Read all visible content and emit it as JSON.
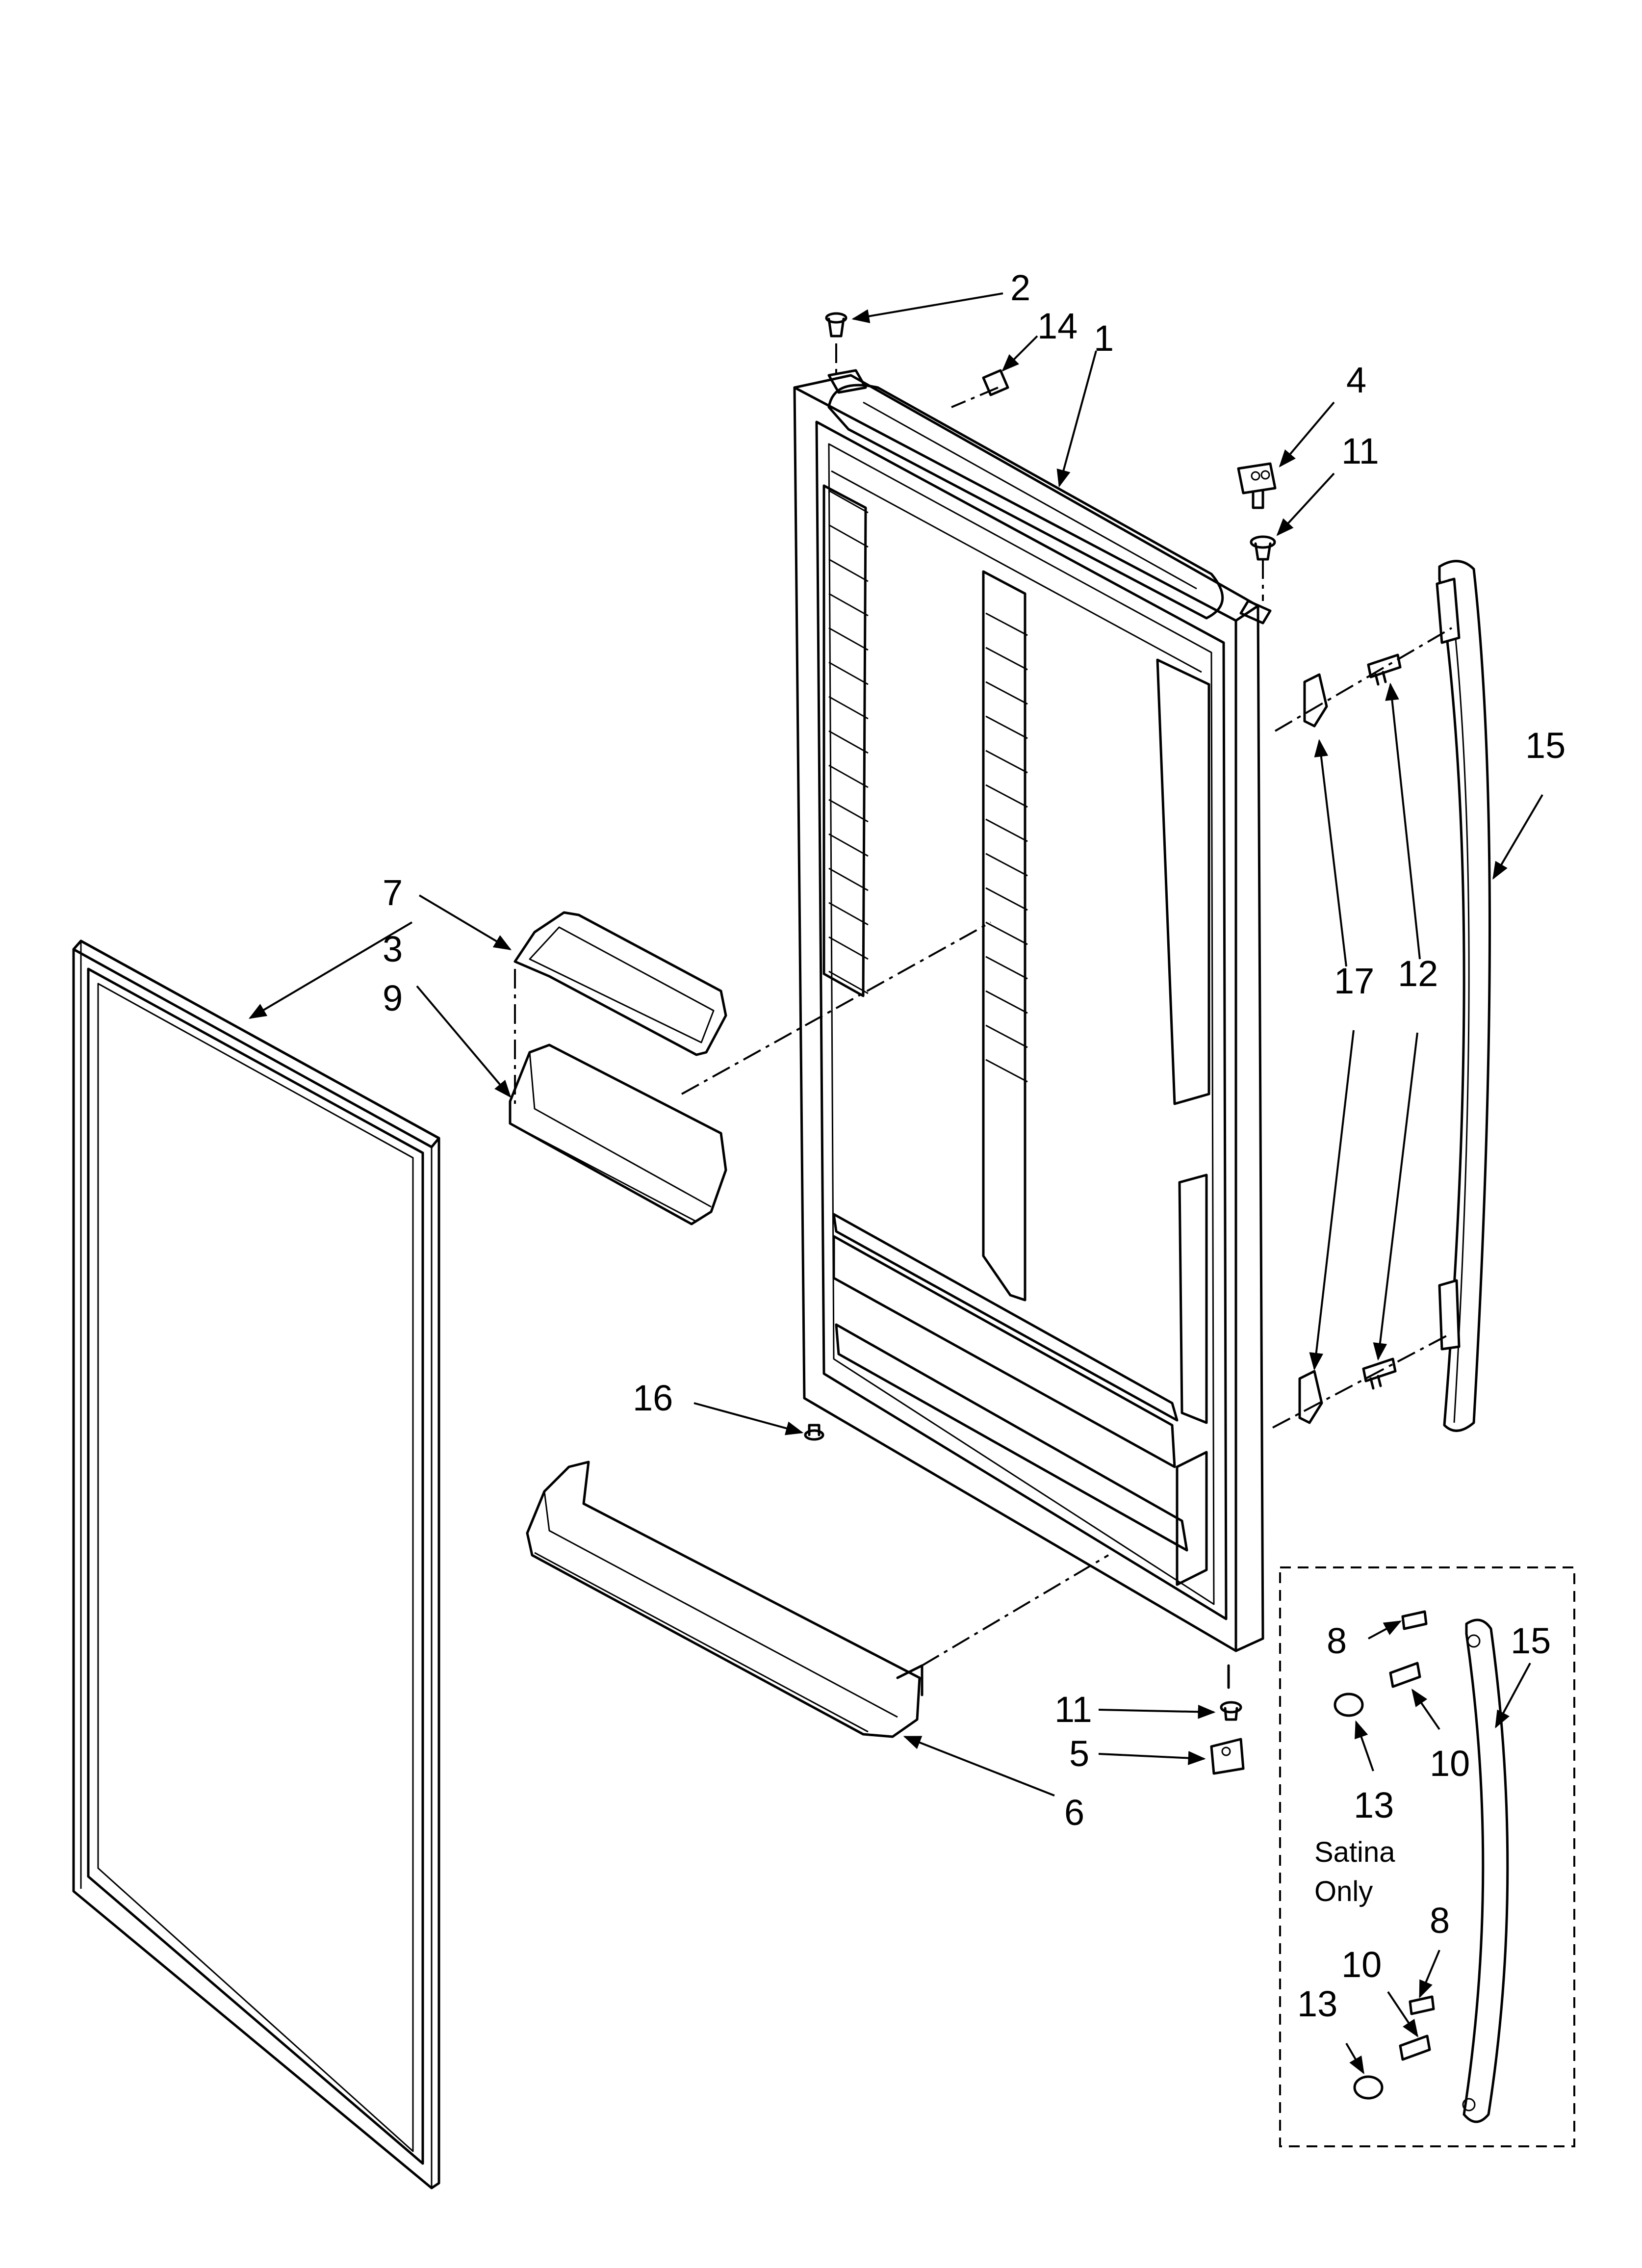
{
  "callouts": {
    "c1": "1",
    "c2": "2",
    "c3": "3",
    "c4": "4",
    "c5": "5",
    "c6": "6",
    "c7": "7",
    "c8a": "8",
    "c8b": "8",
    "c9": "9",
    "c10a": "10",
    "c10b": "10",
    "c11a": "11",
    "c11b": "11",
    "c12": "12",
    "c13a": "13",
    "c13b": "13",
    "c14": "14",
    "c15a": "15",
    "c15b": "15",
    "c16": "16",
    "c17": "17"
  },
  "inset": {
    "note_line1": "Satina",
    "note_line2": "Only"
  }
}
